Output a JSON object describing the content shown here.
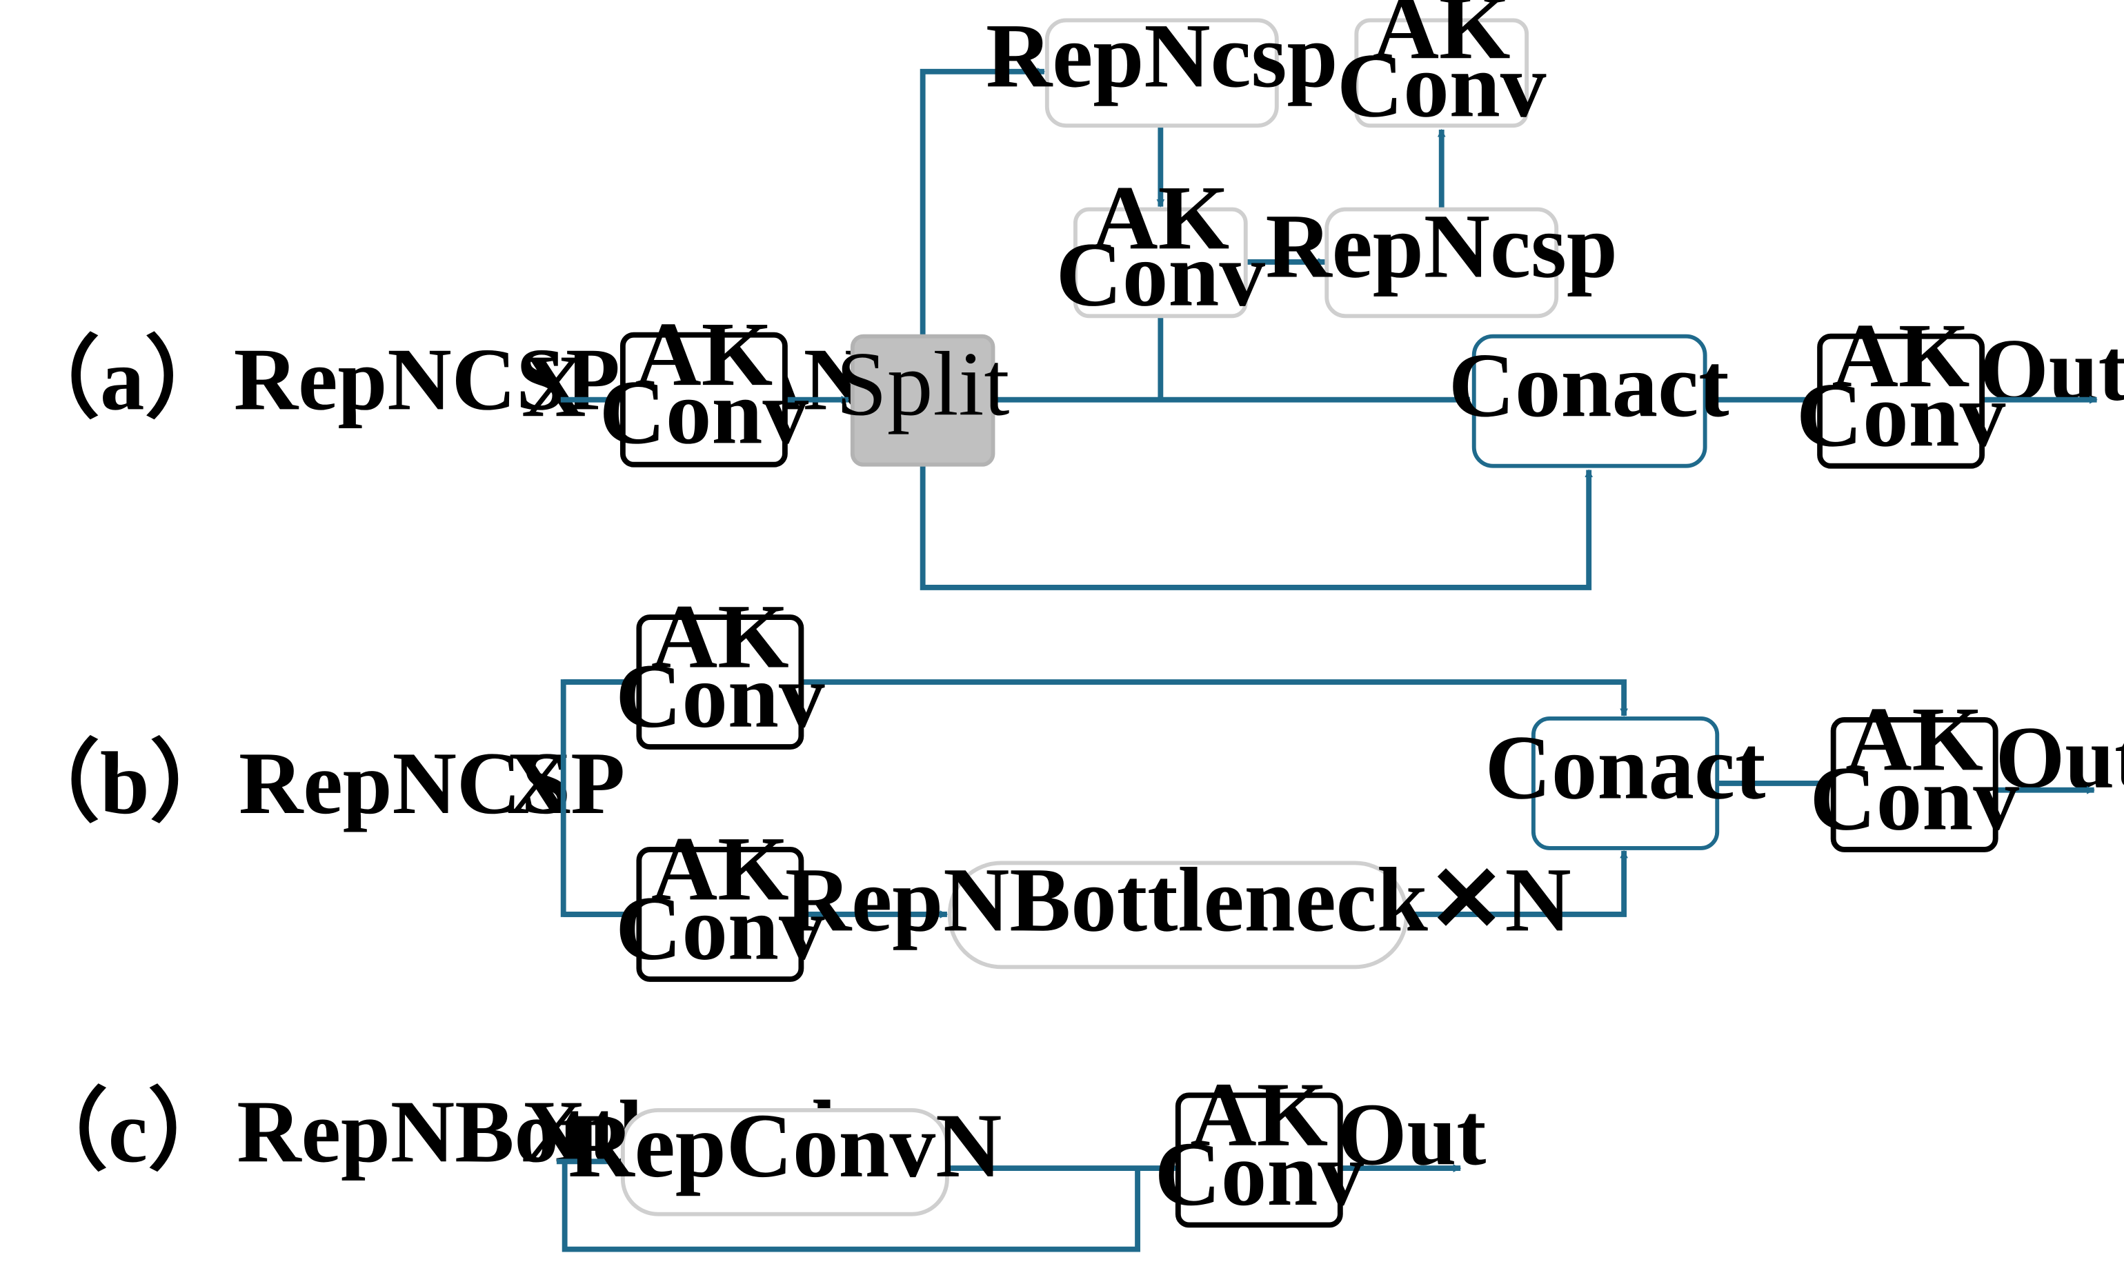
{
  "sections": {
    "a": {
      "label": "（a）RepNCSPELAN4",
      "input": "X",
      "output": "Out"
    },
    "b": {
      "label": "（b）RepNCSP",
      "input": "X",
      "output": "Out"
    },
    "c": {
      "label": "（c）RepNBottleneck",
      "input": "X",
      "output": "Out"
    }
  },
  "blocks": {
    "akconv_line1": "AK",
    "akconv_line2": "Conv",
    "split": "Split",
    "repncsp": "RepNcsp",
    "conact": "Conact",
    "repnbottleneck_prefix": "RepNBottleneck",
    "repnbottleneck_times": "✕",
    "repnbottleneck_suffix": "N",
    "repconvn": "RepConvN"
  },
  "colors": {
    "arrow": "#1f6a8c",
    "dark_box_border": "#000000",
    "light_box_border": "#cfcfcf",
    "split_fill": "#c0c0c0"
  }
}
